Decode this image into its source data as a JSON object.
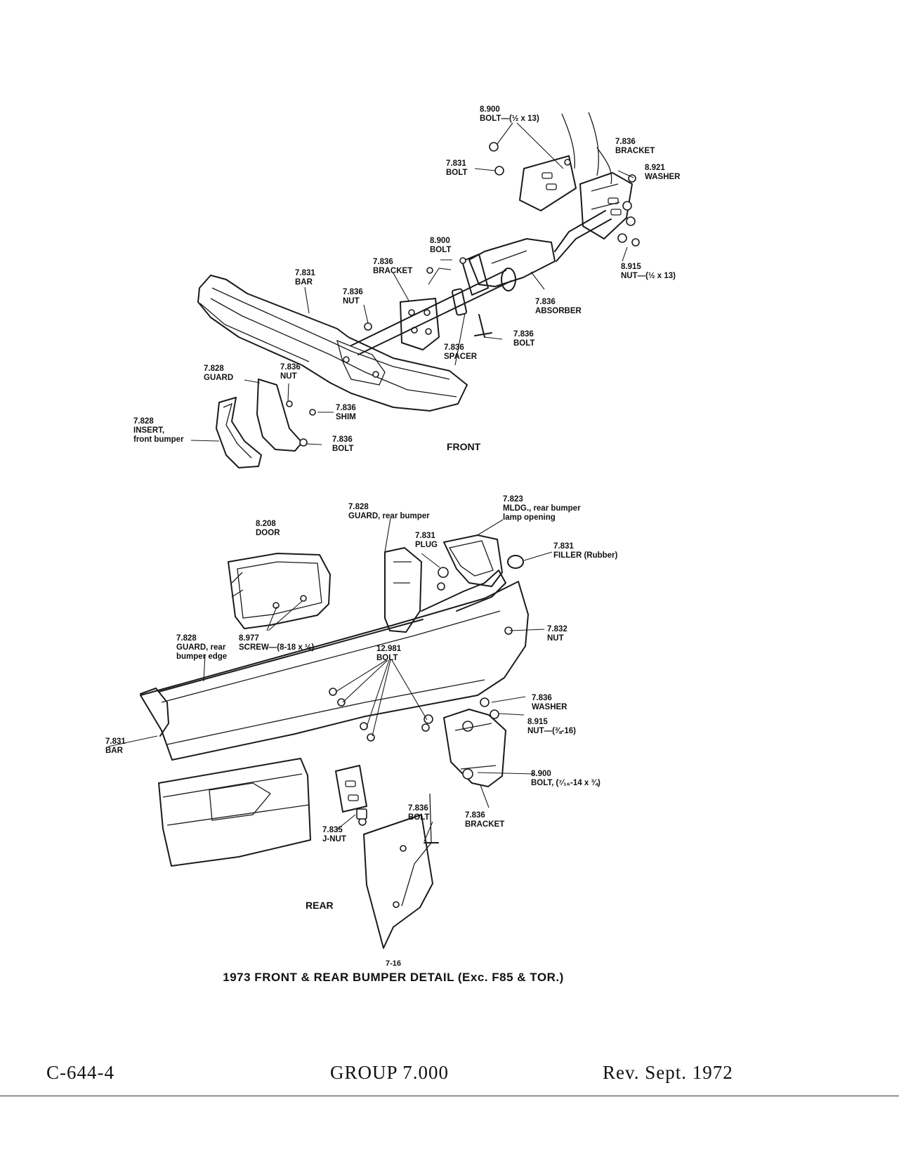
{
  "front_labels": [
    {
      "id": "f-bolt-8900-top",
      "lines": [
        "8.900",
        "BOLT—(½ x 13)"
      ]
    },
    {
      "id": "f-bracket-7836-top",
      "lines": [
        "7.836",
        "BRACKET"
      ]
    },
    {
      "id": "f-washer-8921",
      "lines": [
        "8.921",
        "WASHER"
      ]
    },
    {
      "id": "f-bolt-7831",
      "lines": [
        "7.831",
        "BOLT"
      ]
    },
    {
      "id": "f-bolt-8900-mid",
      "lines": [
        "8.900",
        "BOLT"
      ]
    },
    {
      "id": "f-nut-8915",
      "lines": [
        "8.915",
        "NUT—(½ x 13)"
      ]
    },
    {
      "id": "f-bracket-7836-mid",
      "lines": [
        "7.836",
        "BRACKET"
      ]
    },
    {
      "id": "f-bar-7831",
      "lines": [
        "7.831",
        "BAR"
      ]
    },
    {
      "id": "f-nut-7836-a",
      "lines": [
        "7.836",
        "NUT"
      ]
    },
    {
      "id": "f-absorber-7836",
      "lines": [
        "7.836",
        "ABSORBER"
      ]
    },
    {
      "id": "f-bolt-7836-a",
      "lines": [
        "7.836",
        "BOLT"
      ]
    },
    {
      "id": "f-spacer-7836",
      "lines": [
        "7.836",
        "SPACER"
      ]
    },
    {
      "id": "f-guard-7828",
      "lines": [
        "7.828",
        "GUARD"
      ]
    },
    {
      "id": "f-nut-7836-b",
      "lines": [
        "7.836",
        "NUT"
      ]
    },
    {
      "id": "f-shim-7836",
      "lines": [
        "7.836",
        "SHIM"
      ]
    },
    {
      "id": "f-insert-7828",
      "lines": [
        "7.828",
        "INSERT,",
        "front bumper"
      ]
    },
    {
      "id": "f-bolt-7836-b",
      "lines": [
        "7.836",
        "BOLT"
      ]
    }
  ],
  "rear_labels": [
    {
      "id": "r-mldg-7823",
      "lines": [
        "7.823",
        "MLDG., rear bumper",
        "lamp opening"
      ]
    },
    {
      "id": "r-guard-7828",
      "lines": [
        "7.828",
        "GUARD, rear bumper"
      ]
    },
    {
      "id": "r-door-8208",
      "lines": [
        "8.208",
        "DOOR"
      ]
    },
    {
      "id": "r-plug-7831",
      "lines": [
        "7.831",
        "PLUG"
      ]
    },
    {
      "id": "r-filler-7831",
      "lines": [
        "7.831",
        "FILLER (Rubber)"
      ]
    },
    {
      "id": "r-nut-7832",
      "lines": [
        "7.832",
        "NUT"
      ]
    },
    {
      "id": "r-guard-edge-7828",
      "lines": [
        "7.828",
        "GUARD, rear",
        "bumper edge"
      ]
    },
    {
      "id": "r-screw-8977",
      "lines": [
        "8.977",
        "SCREW—(8-18 x ½)"
      ]
    },
    {
      "id": "r-bolt-12981",
      "lines": [
        "12.981",
        "BOLT"
      ]
    },
    {
      "id": "r-washer-7836",
      "lines": [
        "7.836",
        "WASHER"
      ]
    },
    {
      "id": "r-nut-8915",
      "lines": [
        "8.915",
        "NUT—(⅜-16)"
      ]
    },
    {
      "id": "r-bar-7831",
      "lines": [
        "7.831",
        "BAR"
      ]
    },
    {
      "id": "r-bolt-8900",
      "lines": [
        "8.900",
        "BOLT, (⁷⁄₁₆-14 x ¾)"
      ]
    },
    {
      "id": "r-bolt-7836",
      "lines": [
        "7.836",
        "BOLT"
      ]
    },
    {
      "id": "r-bracket-7836",
      "lines": [
        "7.836",
        "BRACKET"
      ]
    },
    {
      "id": "r-jnut-7835",
      "lines": [
        "7.835",
        "J-NUT"
      ]
    }
  ],
  "sections": {
    "front": "FRONT",
    "rear": "REAR"
  },
  "figure": {
    "number": "7-16",
    "caption": "1973 FRONT & REAR BUMPER DETAIL (Exc. F85 & TOR.)"
  },
  "footer": {
    "left": "C-644-4",
    "center": "GROUP 7.000",
    "right": "Rev. Sept. 1972"
  }
}
